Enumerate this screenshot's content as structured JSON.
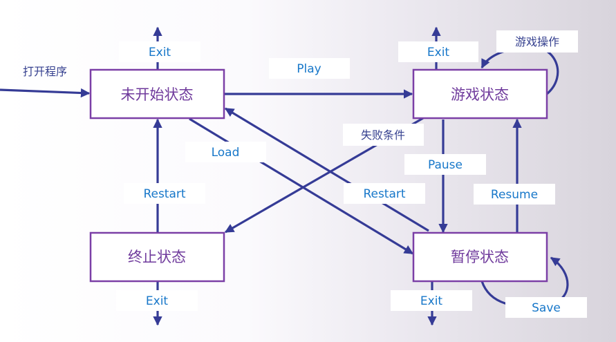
{
  "diagram": {
    "nodes": {
      "not_started": "未开始状态",
      "playing": "游戏状态",
      "terminated": "终止状态",
      "paused": "暂停状态"
    },
    "labels": {
      "open_program": "打开程序",
      "exit_top_left": "Exit",
      "exit_top_right": "Exit",
      "exit_bottom_left": "Exit",
      "exit_bottom_right": "Exit",
      "play": "Play",
      "game_operation": "游戏操作",
      "fail_condition": "失败条件",
      "load": "Load",
      "restart_left": "Restart",
      "restart_center": "Restart",
      "pause": "Pause",
      "resume": "Resume",
      "save": "Save"
    }
  },
  "colors": {
    "node_border": "#7b3fa6",
    "node_text": "#6f3a9c",
    "edge": "#353b96",
    "edge_label": "#1777c9"
  }
}
